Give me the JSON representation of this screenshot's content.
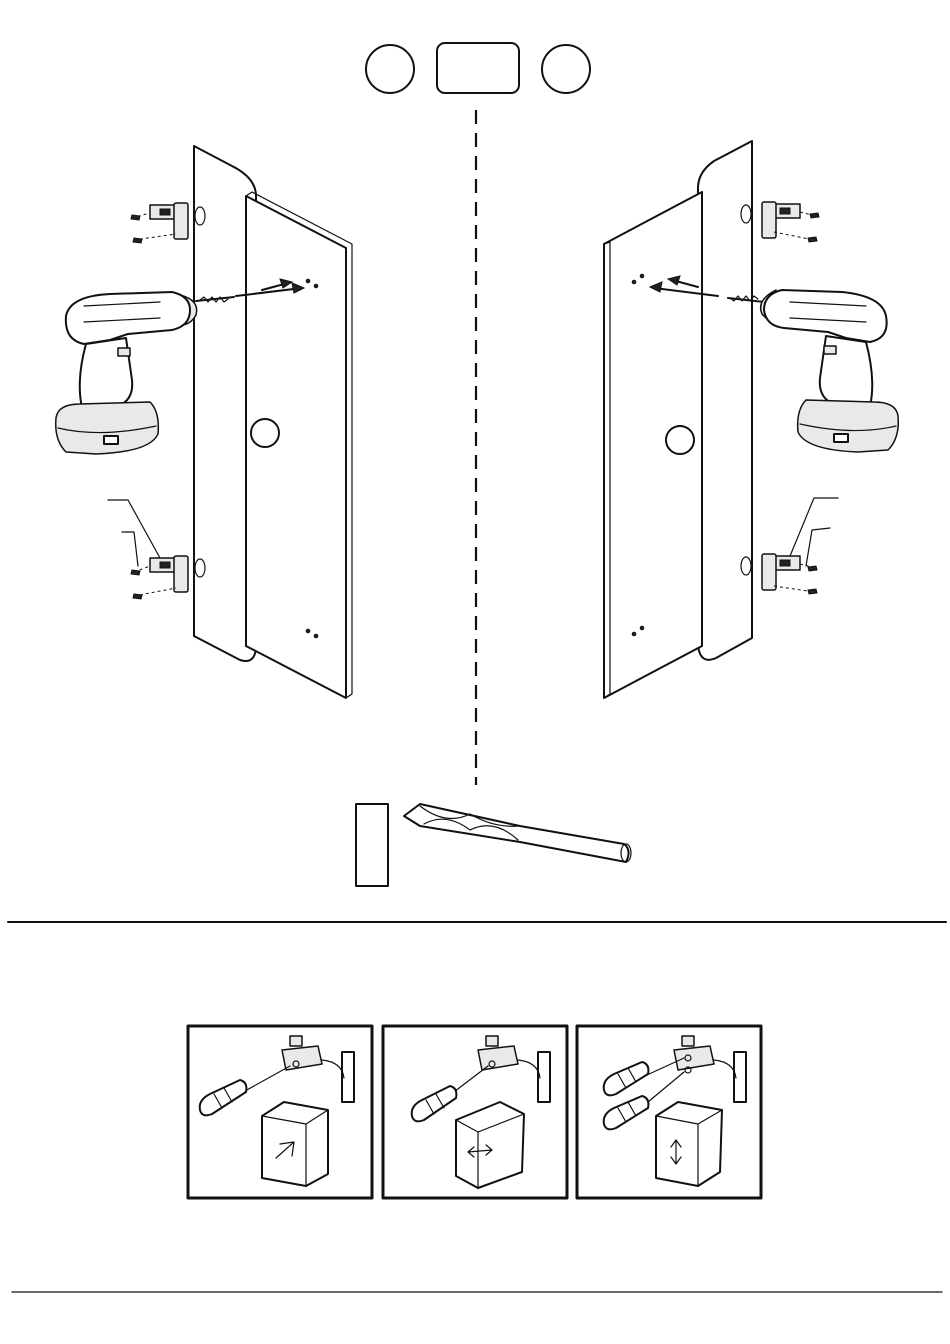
{
  "header": {
    "left_circle_label": "",
    "center_box_label": "",
    "right_circle_label": ""
  },
  "door_labels": {
    "left": "",
    "right": ""
  },
  "drill_bit_box_label": "",
  "adjustment_steps": [
    {
      "direction": "depth"
    },
    {
      "direction": "horizontal"
    },
    {
      "direction": "vertical"
    }
  ]
}
